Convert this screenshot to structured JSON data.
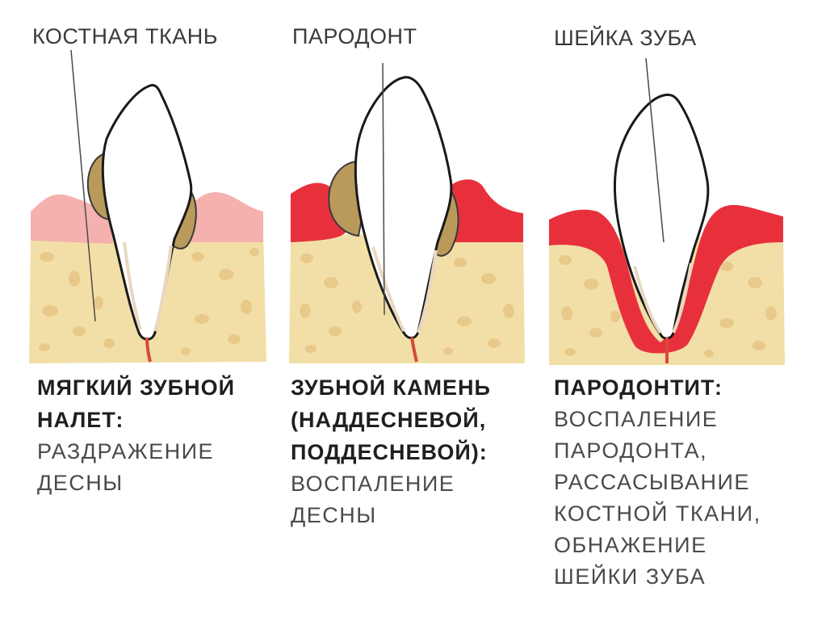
{
  "labels": {
    "bone": "КОСТНАЯ ТКАНЬ",
    "periodontium": "ПАРОДОНТ",
    "tooth_neck": "ШЕЙКА ЗУБА"
  },
  "stages": [
    {
      "title_lines": [
        "МЯГКИЙ ЗУБНОЙ",
        "НАЛЕТ:"
      ],
      "desc_lines": [
        "РАЗДРАЖЕНИЕ",
        "ДЕСНЫ"
      ]
    },
    {
      "title_lines": [
        "ЗУБНОЙ КАМЕНЬ",
        "(НАДДЕСНЕВОЙ,",
        "ПОДДЕСНЕВОЙ):"
      ],
      "desc_lines": [
        "ВОСПАЛЕНИЕ",
        "ДЕСНЫ"
      ]
    },
    {
      "title_lines": [
        "ПАРОДОНТИТ:"
      ],
      "desc_lines": [
        "ВОСПАЛЕНИЕ",
        "ПАРОДОНТА,",
        "РАССАСЫВАНИЕ",
        "КОСТНОЙ ТКАНИ,",
        "ОБНАЖЕНИЕ",
        "ШЕЙКИ ЗУБА"
      ]
    }
  ],
  "colors": {
    "bone": "#f2dfa7",
    "bone_spot": "#e8c98a",
    "healthy_gum": "#f5b1ae",
    "inflamed_gum": "#e8303c",
    "calculus": "#b99a5b",
    "tooth": "#ffffff",
    "root_canal": "#d44a3a"
  }
}
